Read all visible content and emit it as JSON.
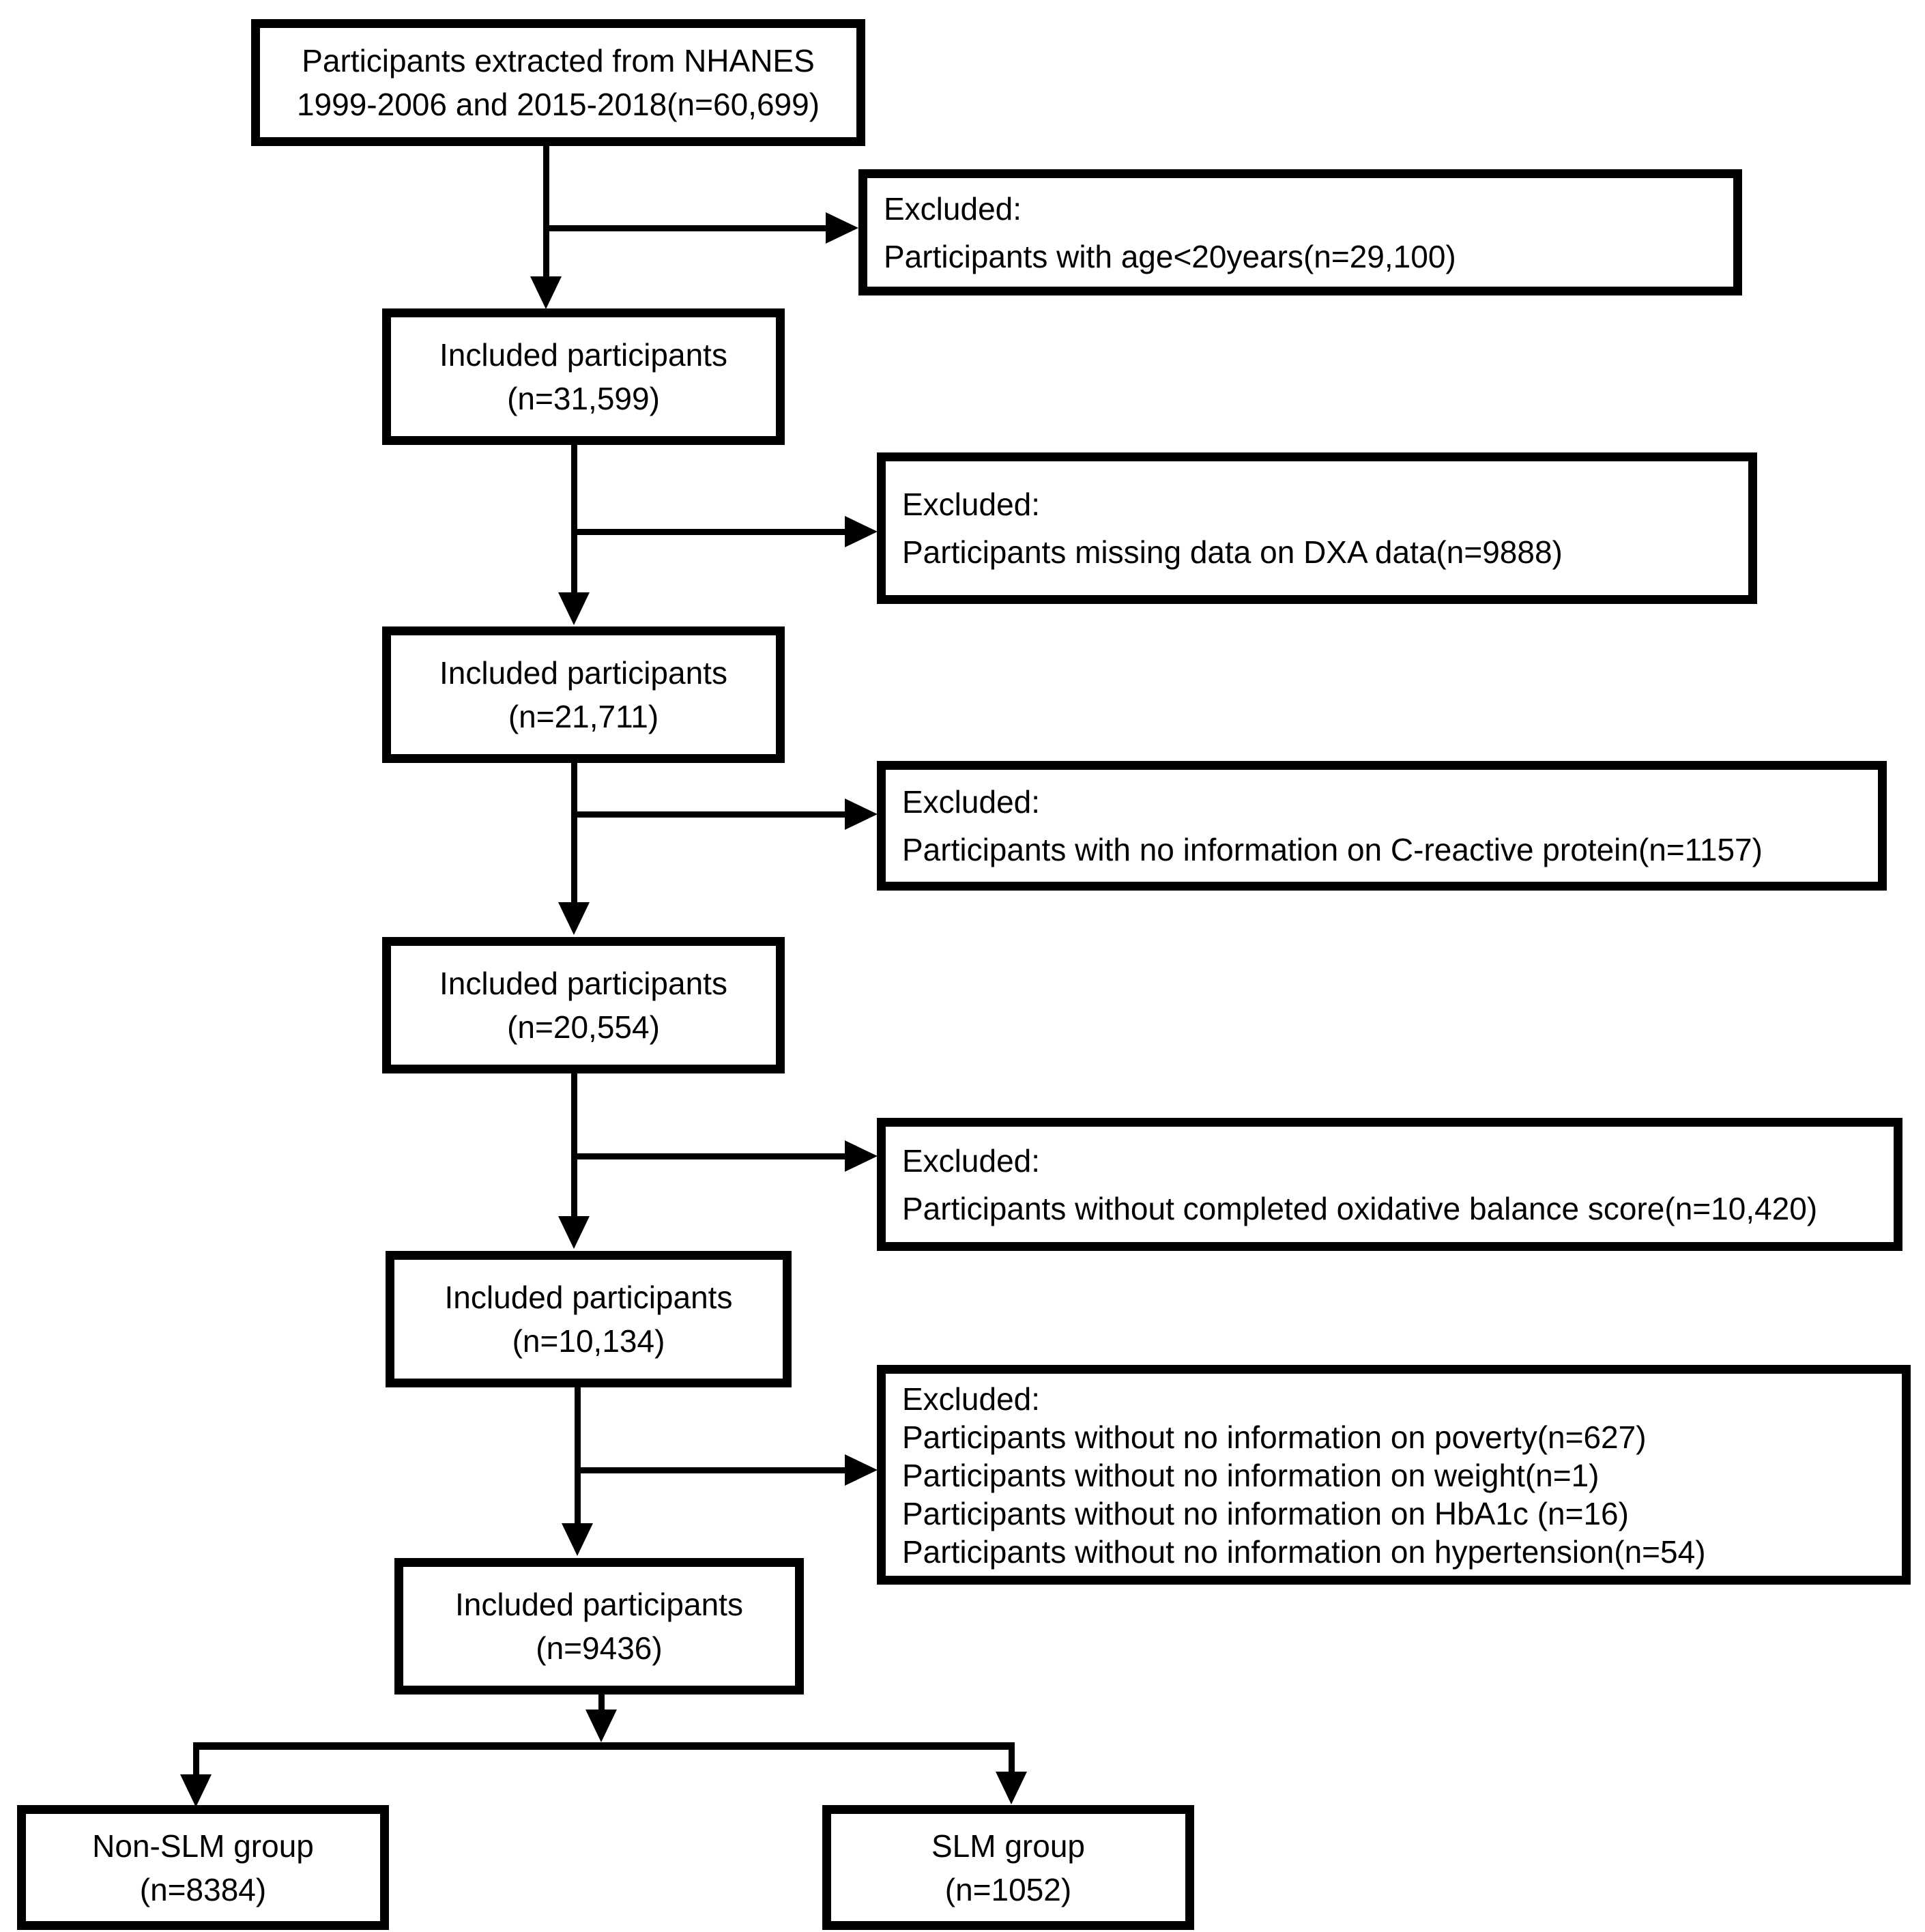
{
  "flow": {
    "source": {
      "line1": "Participants extracted from NHANES",
      "line2": "1999-2006 and 2015-2018(n=60,699)"
    },
    "steps": [
      {
        "label": "Included participants",
        "count": "(n=31,599)"
      },
      {
        "label": "Included participants",
        "count": "(n=21,711)"
      },
      {
        "label": "Included participants",
        "count": "(n=20,554)"
      },
      {
        "label": "Included participants",
        "count": "(n=10,134)"
      },
      {
        "label": "Included participants",
        "count": "(n=9436)"
      }
    ],
    "exclusions": [
      {
        "header": "Excluded:",
        "reasons": [
          "Participants  with age<20years(n=29,100)"
        ]
      },
      {
        "header": "Excluded:",
        "reasons": [
          "Participants missing data on DXA data(n=9888)"
        ]
      },
      {
        "header": "Excluded:",
        "reasons": [
          "Participants with no information on C-reactive protein(n=1157)"
        ]
      },
      {
        "header": "Excluded:",
        "reasons": [
          "Participants without completed oxidative balance score(n=10,420)"
        ]
      },
      {
        "header": "Excluded:",
        "reasons": [
          "Participants without no information on poverty(n=627)",
          "Participants without no information on weight(n=1)",
          "Participants without no information on HbA1c (n=16)",
          "Participants without no information on hypertension(n=54)"
        ]
      }
    ],
    "outcomes": [
      {
        "label": "Non-SLM group",
        "count": "(n=8384)"
      },
      {
        "label": "SLM group",
        "count": "(n=1052)"
      }
    ],
    "colors": {
      "line": "#000000",
      "background": "#ffffff"
    }
  }
}
